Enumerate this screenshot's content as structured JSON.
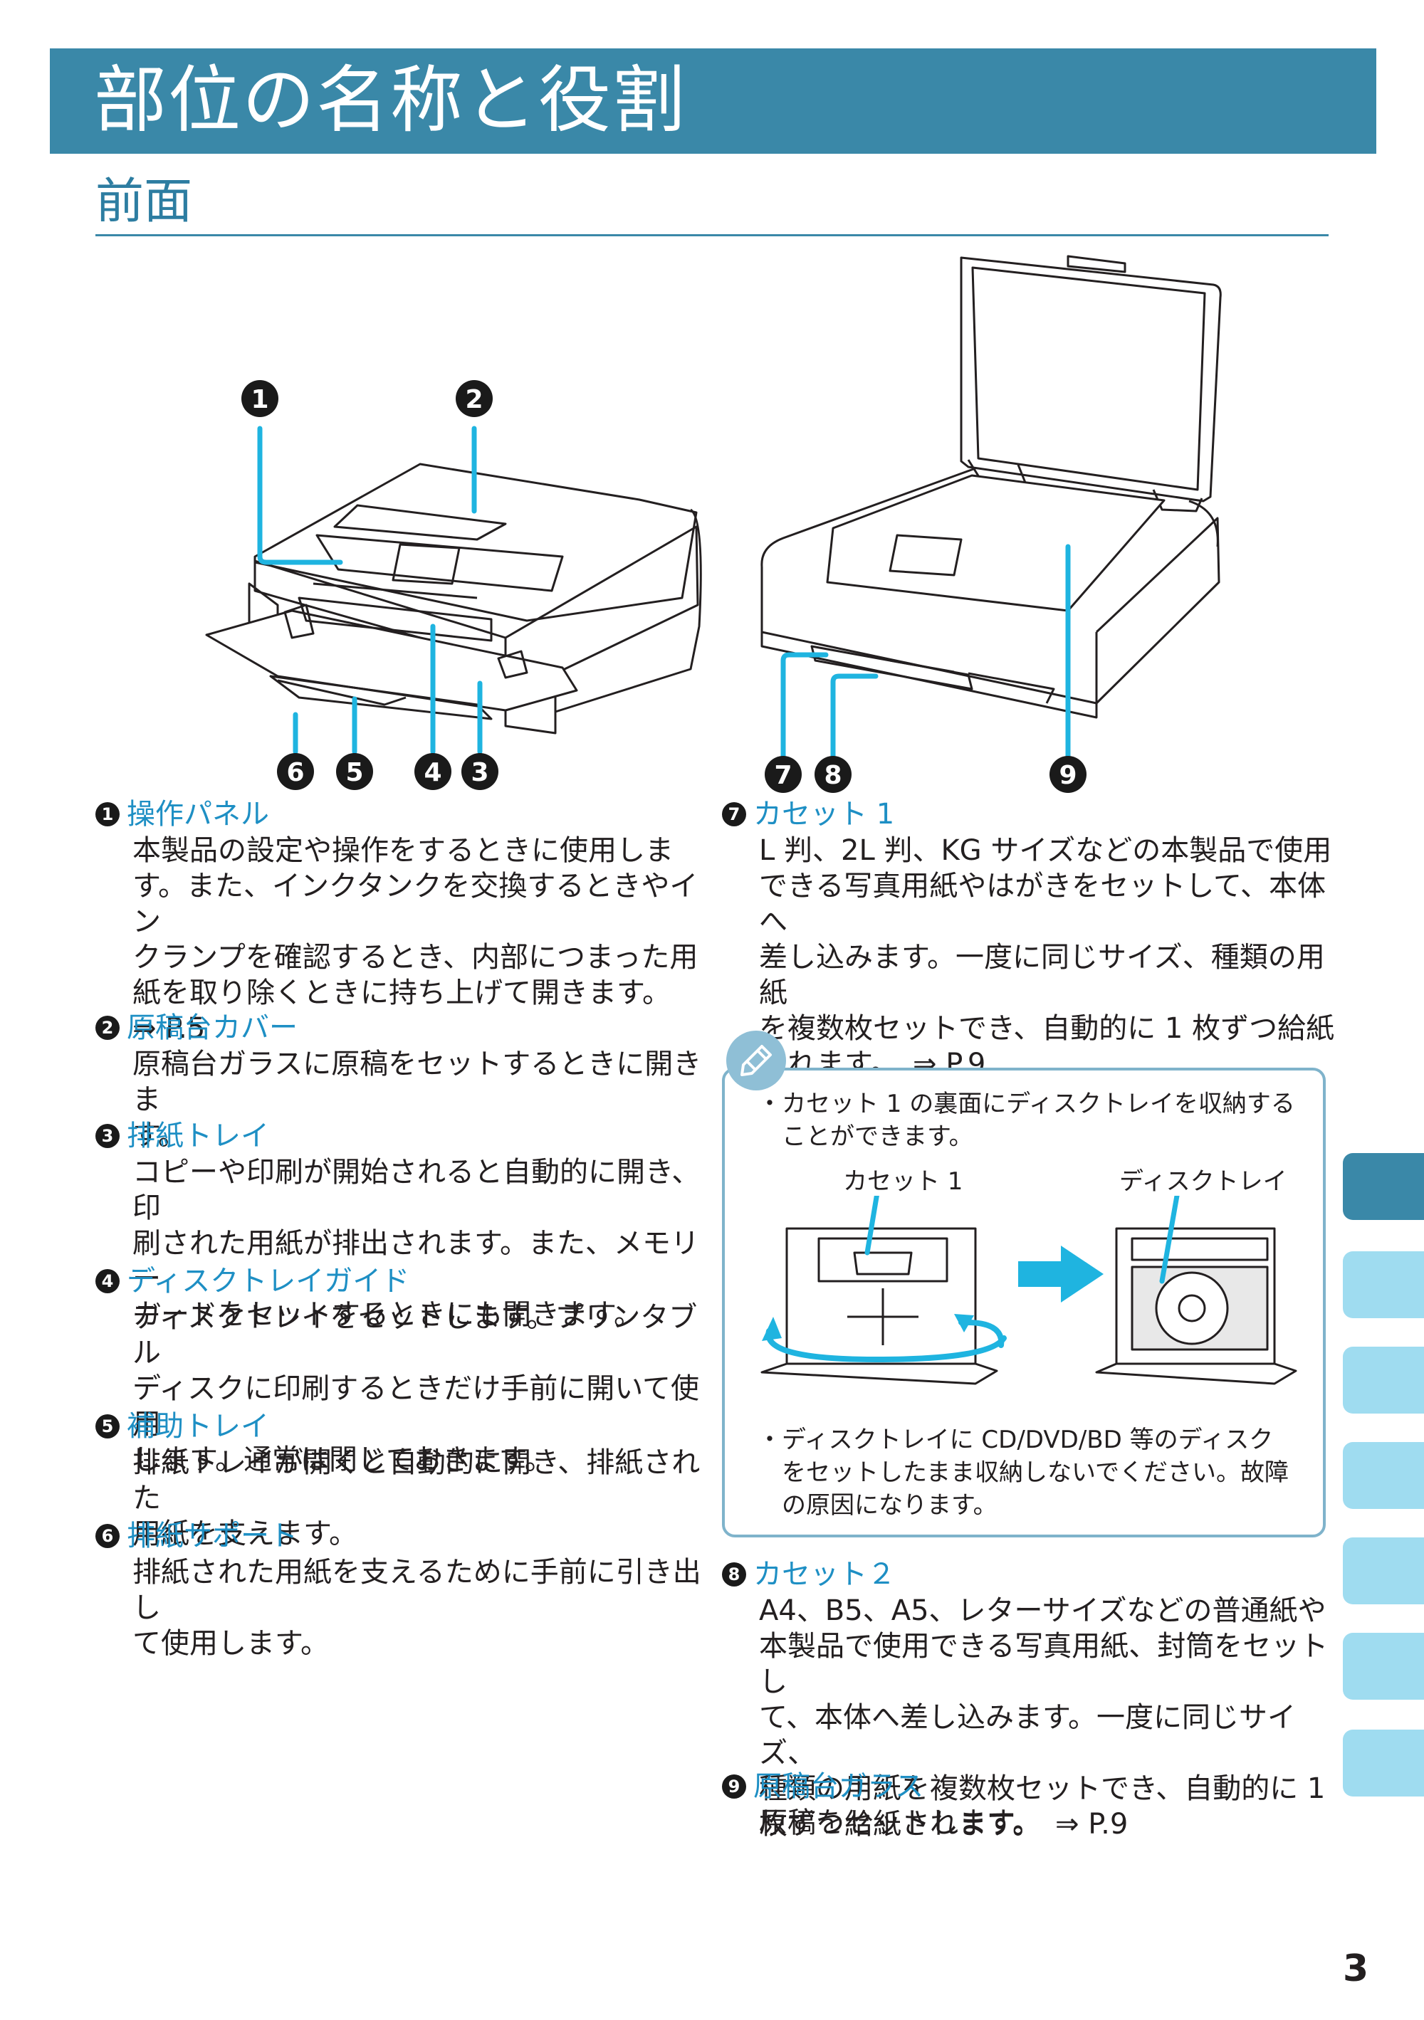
{
  "page": {
    "title": "部位の名称と役割",
    "section_title": "前面",
    "page_number": "3"
  },
  "illustration_left": {
    "callouts": [
      "1",
      "2",
      "6",
      "5",
      "4",
      "3"
    ]
  },
  "illustration_right": {
    "callouts": [
      "7",
      "8",
      "9"
    ]
  },
  "items_left": [
    {
      "num": "1",
      "title": "操作パネル",
      "body": "本製品の設定や操作をするときに使用しま\nす。また、インクタンクを交換するときやイン\nクランプを確認するとき、内部につまった用\n紙を取り除くときに持ち上げて開きます。\n⇒ P.5"
    },
    {
      "num": "2",
      "title": "原稿台カバー",
      "body": "原稿台ガラスに原稿をセットするときに開きま\nす。"
    },
    {
      "num": "3",
      "title": "排紙トレイ",
      "body": "コピーや印刷が開始されると自動的に開き、印\n刷された用紙が排出されます。また、メモリー\nカードをセットするときにも開きます。"
    },
    {
      "num": "4",
      "title": "ディスクトレイガイド",
      "body": "ディスクトレイをセットします。プリンタブル\nディスクに印刷するときだけ手前に開いて使用\nします。通常は閉じておきます。"
    },
    {
      "num": "5",
      "title": "補助トレイ",
      "body": "排紙トレイが開くと自動的に開き、排紙された\n用紙を支えます。"
    },
    {
      "num": "6",
      "title": "排紙サポート",
      "body": "排紙された用紙を支えるために手前に引き出し\nて使用します。"
    }
  ],
  "items_right": [
    {
      "num": "7",
      "title": "カセット 1",
      "body": "L 判、2L 判、KG サイズなどの本製品で使用\nできる写真用紙やはがきをセットして、本体へ\n差し込みます。一度に同じサイズ、種類の用紙\nを複数枚セットでき、自動的に 1 枚ずつ給紙\nされます。　⇒ P.9"
    },
    {
      "num": "8",
      "title": "カセット２",
      "body": "A4、B5、A5、レターサイズなどの普通紙や\n本製品で使用できる写真用紙、封筒をセットし\nて、本体へ差し込みます。一度に同じサイズ、\n種類の用紙を複数枚セットでき、自動的に 1\n枚ずつ給紙されます。　⇒ P.9"
    },
    {
      "num": "9",
      "title": "原稿台ガラス",
      "body": "原稿をセットします。"
    }
  ],
  "note": {
    "bullet1": "・カセット 1 の裏面にディスクトレイを収納する\n　ことができます。",
    "label_cassette": "カセット 1",
    "label_disc_tray": "ディスクトレイ",
    "bullet2": "・ディスクトレイに CD/DVD/BD 等のディスク\n　をセットしたまま収納しないでください。故障\n　の原因になります。"
  },
  "colors": {
    "banner": "#3a88a8",
    "heading_blue": "#1e8fc4",
    "callout_line": "#1fb4e0",
    "tab_light": "#9fdcf0",
    "note_border": "#7fb3cb"
  }
}
